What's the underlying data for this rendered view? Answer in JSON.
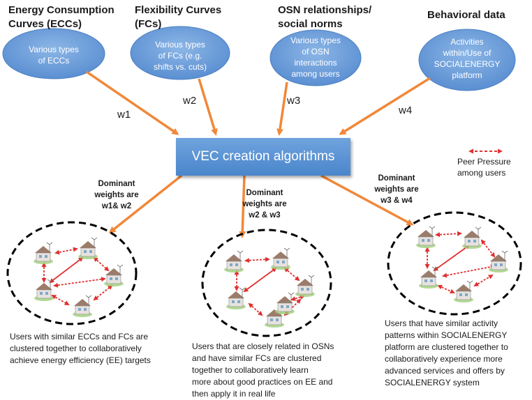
{
  "headings": {
    "ecc": [
      "Energy Consumption",
      "Curves (ECCs)"
    ],
    "fc": [
      "Flexibility Curves",
      "(FCs)"
    ],
    "osn": [
      "OSN relationships/",
      "social norms"
    ],
    "behavioral": [
      "Behavioral data"
    ]
  },
  "ovals": {
    "ecc": [
      "Various types",
      "of ECCs"
    ],
    "fc": [
      "Various types",
      "of FCs (e.g.",
      "shifts vs. cuts)"
    ],
    "osn": [
      "Various types",
      "of OSN",
      "interactions",
      "among users"
    ],
    "behavioral": [
      "Activities",
      "within/Use of",
      "SOCIALENERGY",
      "platform"
    ]
  },
  "weights": {
    "w1": "w1",
    "w2": "w2",
    "w3": "w3",
    "w4": "w4"
  },
  "center": {
    "label": "VEC creation algorithms"
  },
  "legend": {
    "label": [
      "Peer Pressure",
      "among users"
    ]
  },
  "dominant": {
    "left": [
      "Dominant",
      "weights are",
      "w1& w2"
    ],
    "middle": [
      "Dominant",
      "weights are",
      "w2 & w3"
    ],
    "right": [
      "Dominant",
      "weights are",
      "w3 & w4"
    ]
  },
  "descriptions": {
    "left": [
      "Users with similar ECCs and FCs are",
      "clustered together to collaboratively",
      "achieve energy efficiency (EE) targets"
    ],
    "middle": [
      "Users that are closely related in OSNs",
      "and have similar FCs are clustered",
      "together to collaboratively learn",
      "more about good practices on EE and",
      "then apply it in real life"
    ],
    "right": [
      "Users that have similar activity",
      "patterns within SOCIALENERGY",
      "platform are clustered together to",
      "collaboratively experience more",
      "advanced services and offers by",
      "SOCIALENERGY system"
    ]
  },
  "colors": {
    "oval": "#6fa0db",
    "arrow": "#f0883a",
    "peer": "#e03030",
    "vec": "#5a92d4"
  }
}
